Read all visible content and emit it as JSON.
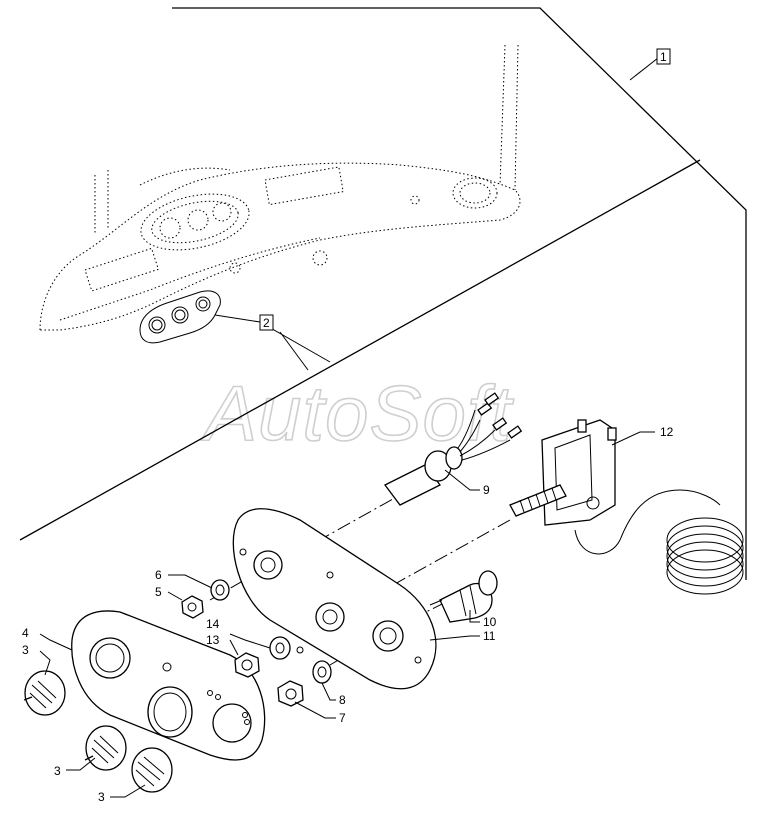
{
  "watermark": "AutoSoft",
  "callouts": {
    "boxed": [
      {
        "id": "1",
        "label": "1"
      },
      {
        "id": "2",
        "label": "2"
      }
    ],
    "labels": [
      {
        "id": "c3a",
        "label": "3"
      },
      {
        "id": "c3b",
        "label": "3"
      },
      {
        "id": "c3c",
        "label": "3"
      },
      {
        "id": "c4",
        "label": "4"
      },
      {
        "id": "c5",
        "label": "5"
      },
      {
        "id": "c6",
        "label": "6"
      },
      {
        "id": "c7",
        "label": "7"
      },
      {
        "id": "c8",
        "label": "8"
      },
      {
        "id": "c9",
        "label": "9"
      },
      {
        "id": "c10",
        "label": "10"
      },
      {
        "id": "c11",
        "label": "11"
      },
      {
        "id": "c12",
        "label": "12"
      },
      {
        "id": "c13",
        "label": "13"
      },
      {
        "id": "c14",
        "label": "14"
      }
    ]
  }
}
